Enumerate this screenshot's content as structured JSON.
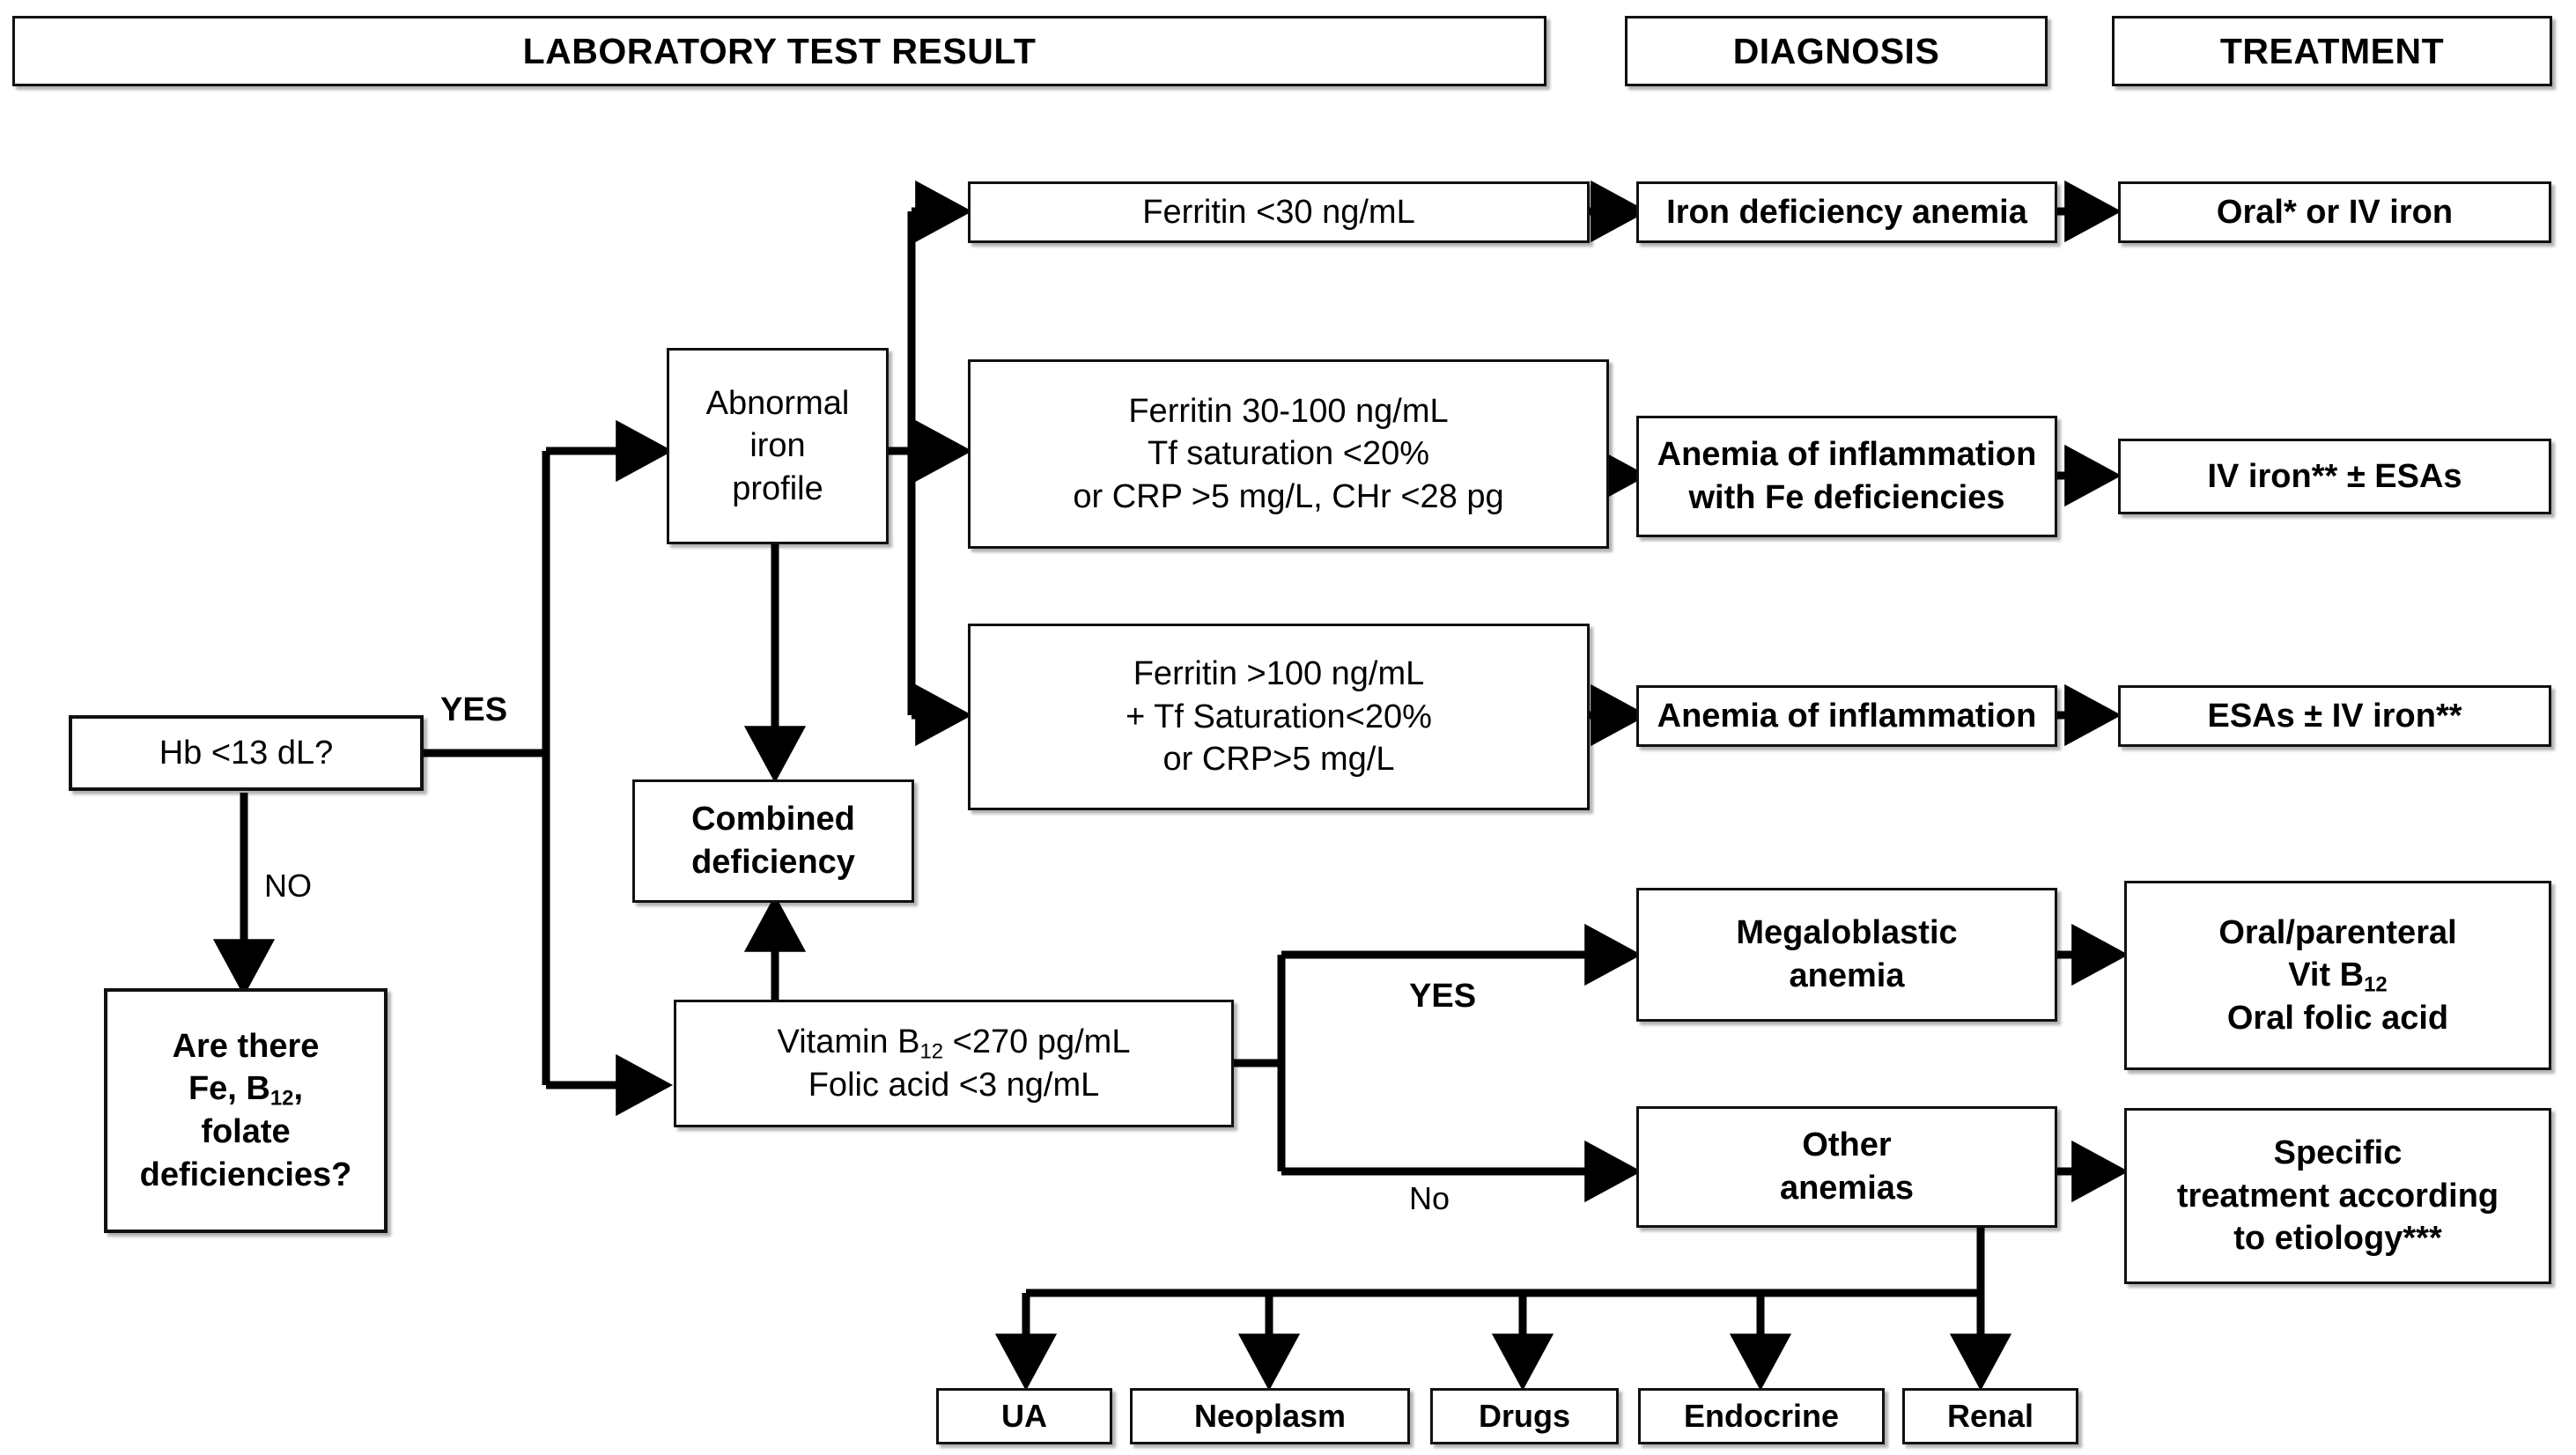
{
  "title": "Anemia diagnostic and treatment algorithm flowchart",
  "columns": {
    "lab": "LABORATORY TEST RESULT",
    "diagnosis": "DIAGNOSIS",
    "treatment": "TREATMENT"
  },
  "nodes": {
    "hb": "Hb <13 dL?",
    "deficiency_question_l1": "Are there",
    "deficiency_question_l2_a": "Fe, B",
    "deficiency_question_l2_sub": "12",
    "deficiency_question_l2_b": ",",
    "deficiency_question_l3": "folate",
    "deficiency_question_l4": "deficiencies?",
    "abnormal_iron_l1": "Abnormal",
    "abnormal_iron_l2": "iron",
    "abnormal_iron_l3": "profile",
    "combined_l1": "Combined",
    "combined_l2": "deficiency",
    "ferritin_low": "Ferritin <30 ng/mL",
    "ferritin_mid_l1": "Ferritin 30-100 ng/mL",
    "ferritin_mid_l2": "Tf saturation <20%",
    "ferritin_mid_l3": "or CRP >5 mg/L, CHr <28 pg",
    "ferritin_high_l1": "Ferritin >100 ng/mL",
    "ferritin_high_l2": "+ Tf Saturation<20%",
    "ferritin_high_l3": "or CRP>5 mg/L",
    "vitb12_l1_a": "Vitamin B",
    "vitb12_l1_sub": "12",
    "vitb12_l1_b": " <270 pg/mL",
    "vitb12_l2": "Folic acid <3 ng/mL",
    "dx_ida": "Iron deficiency anemia",
    "dx_aoi_fe_l1": "Anemia of inflammation",
    "dx_aoi_fe_l2": "with Fe deficiencies",
    "dx_aoi": "Anemia of inflammation",
    "dx_megalo_l1": "Megaloblastic",
    "dx_megalo_l2": "anemia",
    "dx_other_l1": "Other",
    "dx_other_l2": "anemias",
    "tx_oral_iv_iron": "Oral* or IV iron",
    "tx_iv_iron_esa": "IV iron** ± ESAs",
    "tx_esa_iv_iron": "ESAs ± IV iron**",
    "tx_vitb12_l1": "Oral/parenteral",
    "tx_vitb12_l2_a": "Vit B",
    "tx_vitb12_l2_sub": "12",
    "tx_vitb12_l3": "Oral folic acid",
    "tx_specific_l1": "Specific",
    "tx_specific_l2": "treatment according",
    "tx_specific_l3": "to etiology***",
    "etiology_ua": "UA",
    "etiology_neoplasm": "Neoplasm",
    "etiology_drugs": "Drugs",
    "etiology_endocrine": "Endocrine",
    "etiology_renal": "Renal"
  },
  "edge_labels": {
    "yes_hb": "YES",
    "no_hb": "NO",
    "yes_b12": "YES",
    "no_b12": "No"
  },
  "colors": {
    "stroke": "#000000",
    "box_fill": "#ffffff",
    "text": "#000000",
    "background": "#ffffff"
  }
}
